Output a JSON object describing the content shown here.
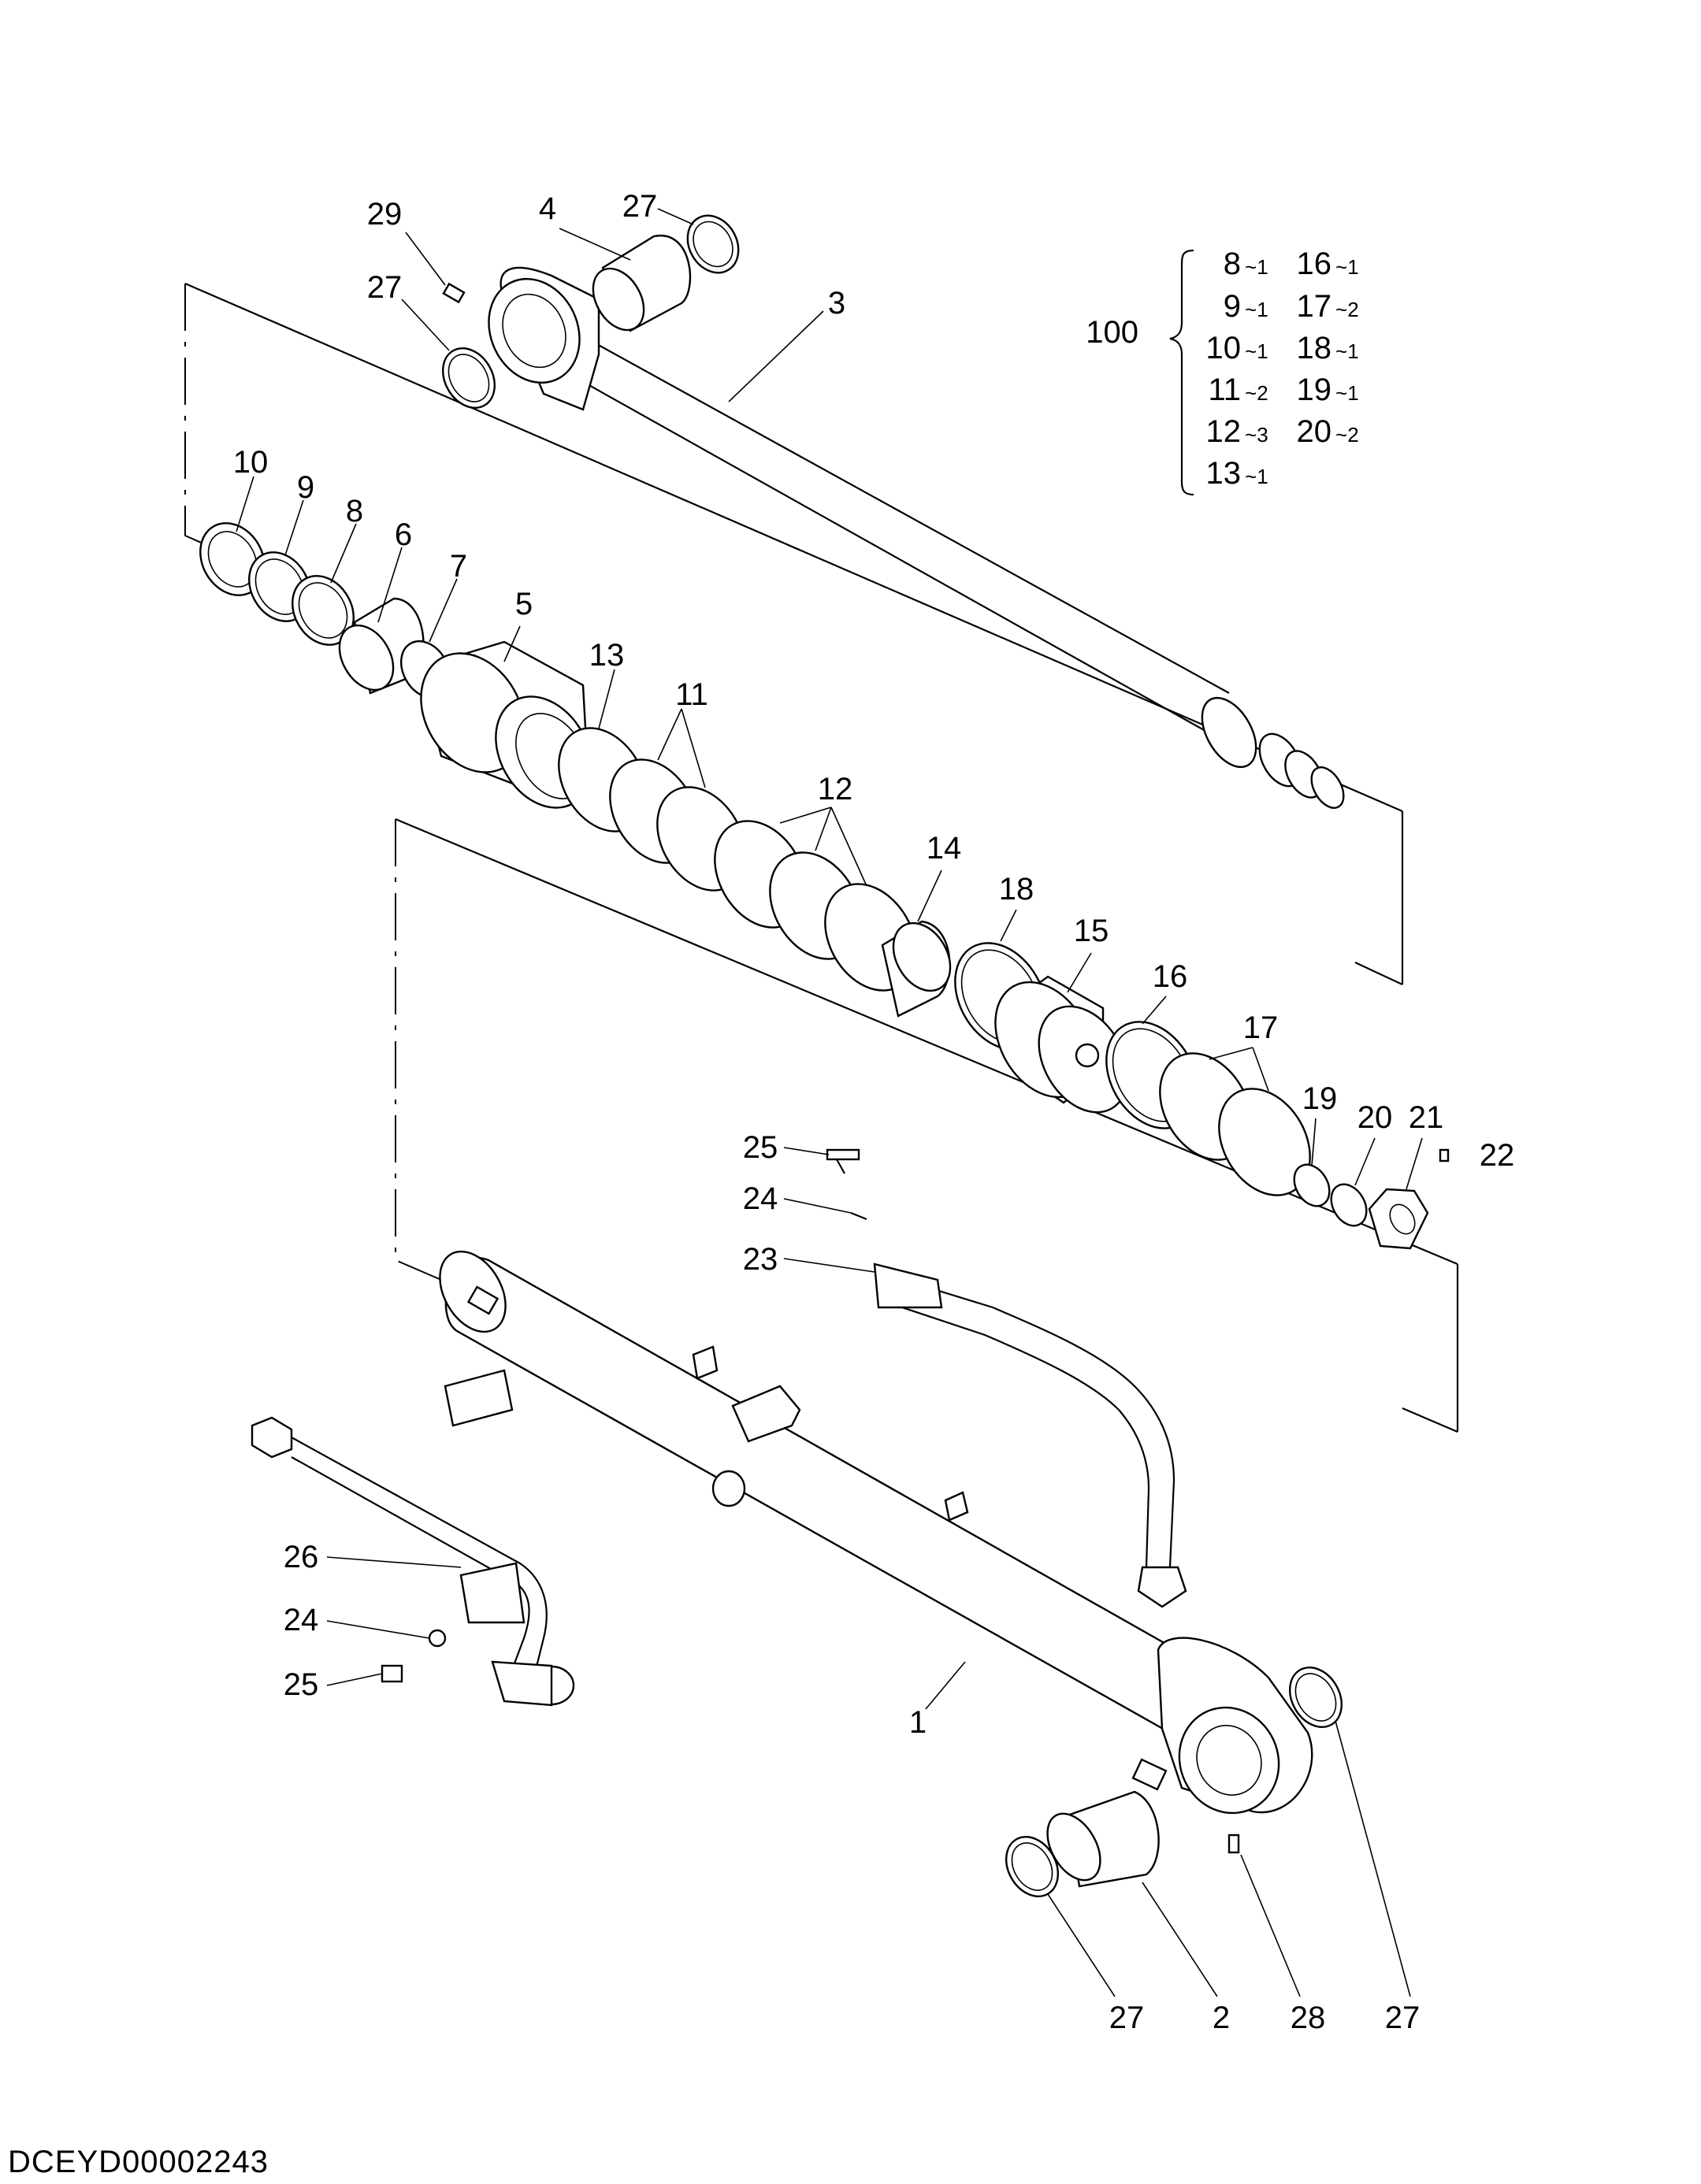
{
  "diagram": {
    "title": "",
    "document_id": "DCEYD00002243",
    "callouts": [
      "29",
      "4",
      "27",
      "27",
      "3",
      "10",
      "9",
      "8",
      "6",
      "7",
      "5",
      "13",
      "11",
      "12",
      "14",
      "18",
      "15",
      "16",
      "17",
      "19",
      "20",
      "21",
      "22",
      "25",
      "24",
      "23",
      "26",
      "24",
      "25",
      "1",
      "27",
      "2",
      "28",
      "27"
    ],
    "kit": {
      "number": "100",
      "entries": [
        {
          "part": "8",
          "qty": "1"
        },
        {
          "part": "9",
          "qty": "1"
        },
        {
          "part": "10",
          "qty": "1"
        },
        {
          "part": "11",
          "qty": "2"
        },
        {
          "part": "12",
          "qty": "3"
        },
        {
          "part": "13",
          "qty": "1"
        },
        {
          "part": "16",
          "qty": "1"
        },
        {
          "part": "17",
          "qty": "2"
        },
        {
          "part": "18",
          "qty": "1"
        },
        {
          "part": "19",
          "qty": "1"
        },
        {
          "part": "20",
          "qty": "2"
        }
      ]
    }
  }
}
